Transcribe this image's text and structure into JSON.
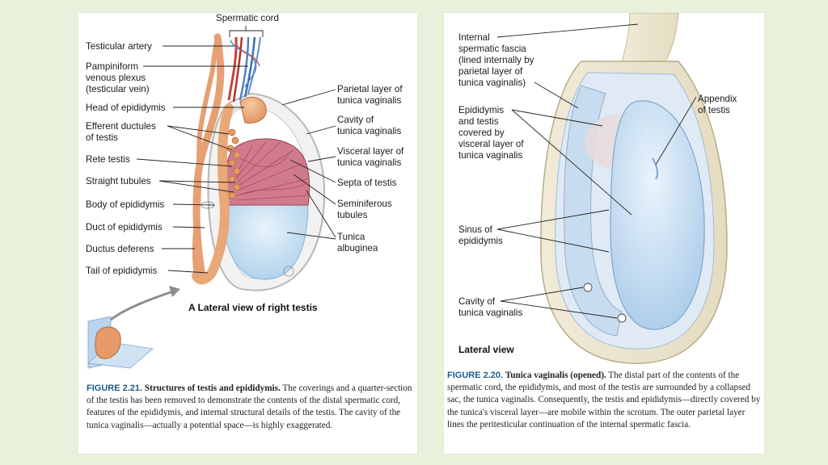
{
  "left_figure": {
    "labels": {
      "spermatic_cord": "Spermatic cord",
      "testicular_artery": "Testicular artery",
      "pampiniform_1": "Pampiniform",
      "pampiniform_2": "venous plexus",
      "pampiniform_3": "(testicular vein)",
      "head_epididymis": "Head of epididymis",
      "efferent_1": "Efferent ductules",
      "efferent_2": "of testis",
      "rete_testis": "Rete testis",
      "straight_tubules": "Straight tubules",
      "body_epididymis": "Body of epididymis",
      "duct_epididymis": "Duct of epididymis",
      "ductus_deferens": "Ductus deferens",
      "tail_epididymis": "Tail of epididymis",
      "parietal_1": "Parietal layer of",
      "parietal_2": "tunica vaginalis",
      "cavity_1": "Cavity of",
      "cavity_2": "tunica vaginalis",
      "visceral_1": "Visceral layer of",
      "visceral_2": "tunica vaginalis",
      "septa": "Septa of testis",
      "seminiferous_1": "Seminiferous",
      "seminiferous_2": "tubules",
      "tunica_alb_1": "Tunica",
      "tunica_alb_2": "albuginea"
    },
    "view_title": "A Lateral view of right testis",
    "caption": {
      "fig_number": "FIGURE 2.21.",
      "title": "Structures of testis and epididymis.",
      "text": "The coverings and a quarter-section of the testis has been removed to demonstrate the contents of the distal spermatic cord, features of the epididymis, and internal structural details of the testis. The cavity of the tunica vaginalis—actually a potential space—is highly exaggerated."
    }
  },
  "right_figure": {
    "labels": {
      "internal_1": "Internal",
      "internal_2": "spermatic fascia",
      "internal_3": "(lined internally by",
      "internal_4": "parietal layer of",
      "internal_5": "tunica vaginalis)",
      "epi_1": "Epididymis",
      "epi_2": "and testis",
      "epi_3": "covered by",
      "epi_4": "visceral layer of",
      "epi_5": "tunica vaginalis",
      "appendix_1": "Appendix",
      "appendix_2": "of testis",
      "sinus_1": "Sinus of",
      "sinus_2": "epididymis",
      "cavity_1": "Cavity of",
      "cavity_2": "tunica vaginalis"
    },
    "view_title": "Lateral view",
    "caption": {
      "fig_number": "FIGURE 2.20.",
      "title": "Tunica vaginalis (opened).",
      "text": "The distal part of the contents of the spermatic cord, the epididymis, and most of the testis are surrounded by a collapsed sac, the tunica vaginalis. Consequently, the testis and epididymis—directly covered by the tunica's visceral layer—are mobile within the scrotum. The outer parietal layer lines the peritesticular continuation of the internal spermatic fascia."
    }
  },
  "colors": {
    "background": "#e9f0dc",
    "epididymis": "#e9a877",
    "artery": "#c8423a",
    "vein": "#4d84c4",
    "tubules": "#c9697f",
    "tunica_fill": "#cfe3f4",
    "figure_label": "#1f5a8a"
  }
}
